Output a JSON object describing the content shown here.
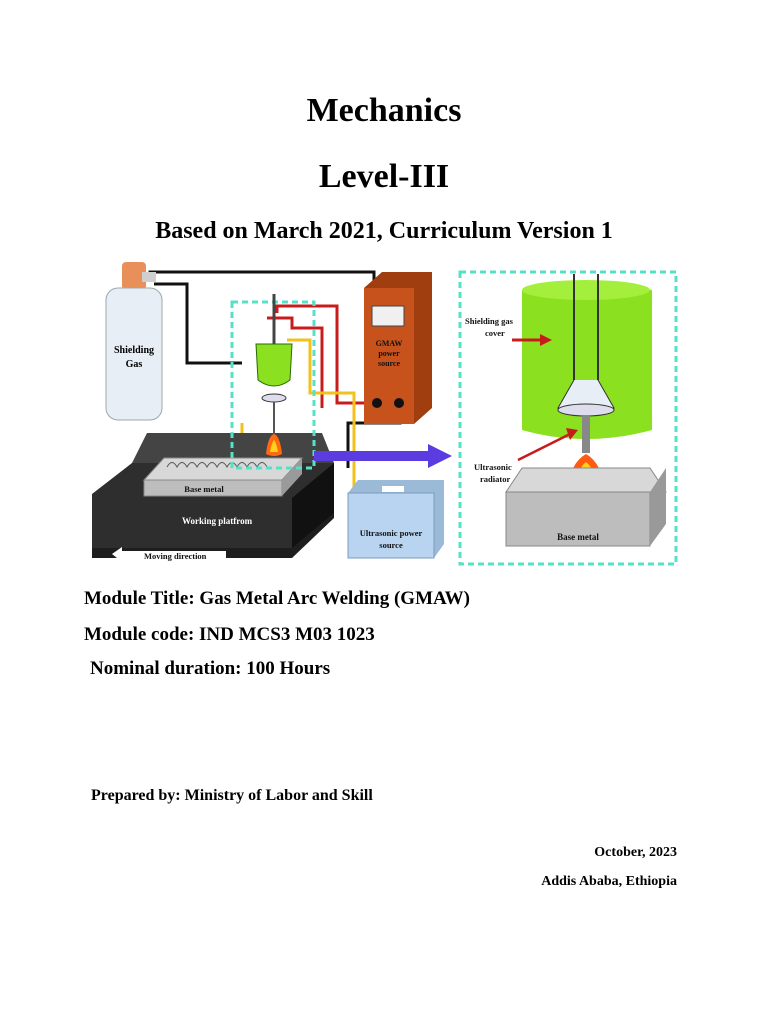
{
  "header": {
    "title": "Mechanics",
    "level": "Level-III",
    "subtitle": "Based on March 2021, Curriculum Version 1"
  },
  "figure": {
    "labels": {
      "shielding_gas_line1": "Shielding",
      "shielding_gas_line2": "Gas",
      "gmaw_line1": "GMAW",
      "gmaw_line2": "power",
      "gmaw_line3": "source",
      "base_metal": "Base metal",
      "working_platform": "Working platfrom",
      "moving_direction": "Moving direction",
      "ultrasonic_power_line1": "Ultrasonic power",
      "ultrasonic_power_line2": "source",
      "shielding_gas_cover_line1": "Shielding gas",
      "shielding_gas_cover_line2": "cover",
      "ultrasonic_radiator_line1": "Ultrasonic",
      "ultrasonic_radiator_line2": "radiator",
      "base_metal_zoom": "Base metal"
    },
    "colors": {
      "gas_cylinder": "#e8eef5",
      "cylinder_cap": "#e9905a",
      "gmaw_box": "#c8521c",
      "shield_green": "#8be020",
      "dashed_box": "#55e0c8",
      "arrow_blue": "#5a3ce0",
      "ultrasonic_box": "#b8d4f0"
    }
  },
  "module": {
    "title": "Module Title: Gas Metal Arc Welding (GMAW)",
    "code": "Module code: IND MCS3 M03 1023",
    "duration": "Nominal duration: 100 Hours"
  },
  "prepared_by": "Prepared by: Ministry of Labor and Skill",
  "footer": {
    "date": "October, 2023",
    "location": "Addis Ababa, Ethiopia"
  }
}
